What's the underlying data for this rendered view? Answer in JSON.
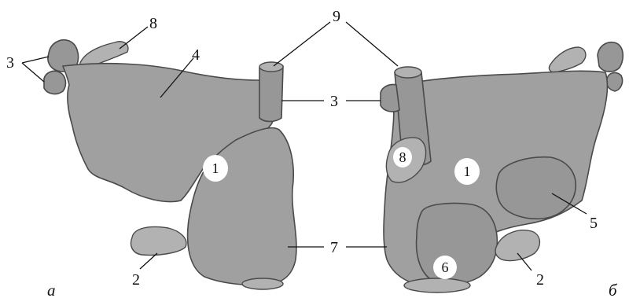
{
  "panels": {
    "left": "а",
    "right": "б"
  },
  "labels": {
    "left_3": "3",
    "left_8": "8",
    "left_4": "4",
    "top_9": "9",
    "mid_3": "3",
    "left_1": "1",
    "left_2": "2",
    "mid_7": "7",
    "right_8": "8",
    "right_1": "1",
    "right_5": "5",
    "right_6": "6",
    "right_2": "2"
  }
}
